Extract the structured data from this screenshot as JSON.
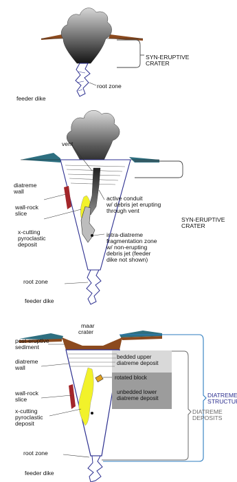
{
  "colors": {
    "sediment_brown": "#8c4a1e",
    "teal_wedge": "#2e6f80",
    "magma_yellow": "#f2f22a",
    "wall_rock_red": "#a3262a",
    "outline_blue": "#2b2e8f",
    "upper_deposit_grey": "#d9d9d9",
    "lower_deposit_grey": "#9c9c9c",
    "bracket_grey": "#6a6a6a"
  },
  "panel1": {
    "crater_label_line1": "SYN-ERUPTIVE",
    "crater_label_line2": "CRATER",
    "root_zone": "root zone",
    "feeder_dike": "feeder dike"
  },
  "panel2": {
    "vent": "vent",
    "diatreme_wall_line1": "diatreme",
    "diatreme_wall_line2": "wall",
    "wall_rock_slice_line1": "wall-rock",
    "wall_rock_slice_line2": "slice",
    "x_cutting_line1": "x-cutting",
    "x_cutting_line2": "pyroclastic",
    "x_cutting_line3": "deposit",
    "active_conduit_line1": "active conduit",
    "active_conduit_line2": "w/ debris jet erupting",
    "active_conduit_line3": "through vent",
    "crater_label_line1": "SYN-ERUPTIVE",
    "crater_label_line2": "CRATER",
    "fragmentation_line1": "intra-diatreme",
    "fragmentation_line2": "fragmentation zone",
    "fragmentation_line3": "w/ non-erupting",
    "fragmentation_line4": "debris jet (feeder",
    "fragmentation_line5": "dike not shown)",
    "root_zone": "root zone",
    "feeder_dike": "feeder dike"
  },
  "panel3": {
    "maar_line1": "maar",
    "maar_line2": "crater",
    "post_eruptive_line1": "post-eruptive",
    "post_eruptive_line2": "sediment",
    "diatreme_wall_line1": "diatreme",
    "diatreme_wall_line2": "wall",
    "bedded_line1": "bedded upper",
    "bedded_line2": "diatreme deposit",
    "rotated_block": "rotated block",
    "unbedded_line1": "unbedded lower",
    "unbedded_line2": "diatreme deposit",
    "wall_rock_slice_line1": "wall-rock",
    "wall_rock_slice_line2": "slice",
    "x_cutting_line1": "x-cutting",
    "x_cutting_line2": "pyroclastic",
    "x_cutting_line3": "deposit",
    "structure_line1": "DIATREME",
    "structure_line2": "STRUCTURE",
    "deposits_line1": "DIATREME",
    "deposits_line2": "DEPOSITS",
    "root_zone": "root zone",
    "feeder_dike": "feeder dike"
  }
}
